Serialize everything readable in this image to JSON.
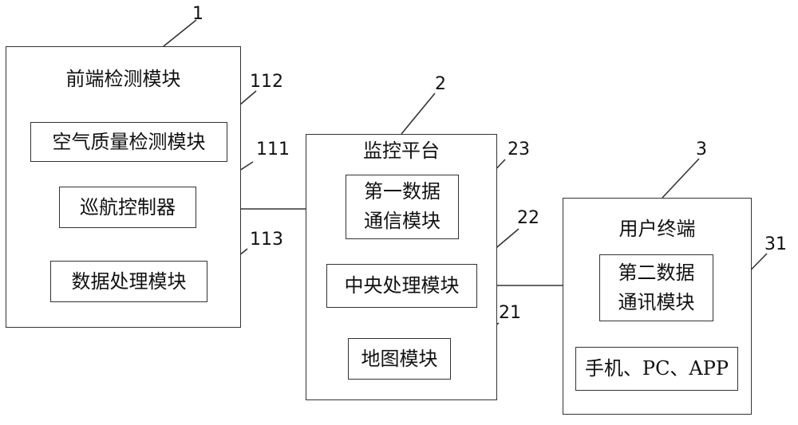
{
  "group1": {
    "ref": "1",
    "title": "前端检测模块",
    "air_module": "空气质量检测模块",
    "air_ref": "112",
    "cruise": "巡航控制器",
    "cruise_ref": "111",
    "data_proc": "数据处理模块",
    "data_proc_ref": "113"
  },
  "group2": {
    "ref": "2",
    "title": "监控平台",
    "comm1_line1": "第一数据",
    "comm1_line2": "通信模块",
    "comm1_ref": "23",
    "cpu": "中央处理模块",
    "cpu_ref": "22",
    "map": "地图模块",
    "map_ref": "21"
  },
  "group3": {
    "ref": "3",
    "title": "用户终端",
    "comm2_line1": "第二数据",
    "comm2_line2": "通讯模块",
    "comm2_ref": "31",
    "devices": "手机、PC、APP"
  }
}
